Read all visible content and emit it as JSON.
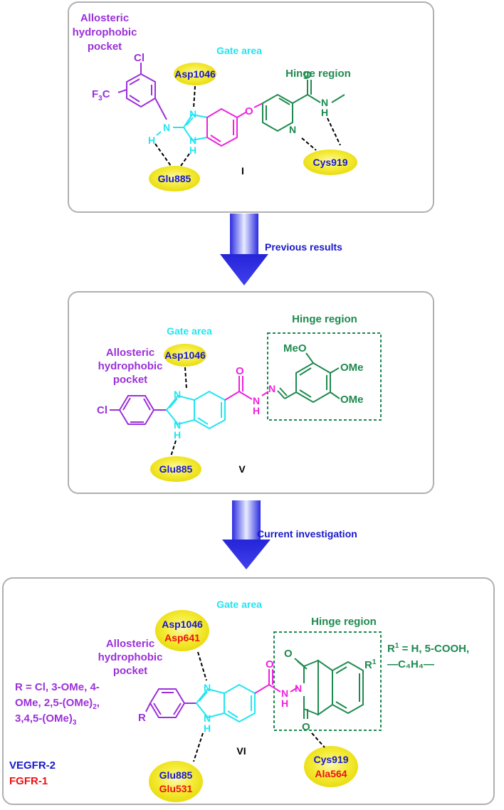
{
  "panel1": {
    "allosteric": [
      "Allosteric",
      "hydrophobic",
      "pocket"
    ],
    "gate": "Gate area",
    "hinge": "Hinge region",
    "res_asp": "Asp1046",
    "res_glu": "Glu885",
    "res_cys": "Cys919",
    "compound": "I",
    "atoms": {
      "cl": "Cl",
      "f3c": "F",
      "f3c_sub": "3",
      "f3c_c": "C",
      "n": "N",
      "h": "H",
      "o": "O"
    }
  },
  "arrow1_label": "Previous results",
  "panel2": {
    "gate": "Gate area",
    "allosteric": [
      "Allosteric",
      "hydrophobic",
      "pocket"
    ],
    "hinge": "Hinge region",
    "res_asp": "Asp1046",
    "res_glu": "Glu885",
    "compound": "V",
    "atoms": {
      "cl": "Cl",
      "n": "N",
      "h": "H",
      "o": "O",
      "meo": "MeO",
      "ome1": "OMe",
      "ome2": "OMe"
    }
  },
  "arrow2_label": "Current investigation",
  "panel3": {
    "gate": "Gate area",
    "hinge": "Hinge region",
    "allosteric": [
      "Allosteric",
      "hydrophobic",
      "pocket"
    ],
    "res_asp_vegfr": "Asp1046",
    "res_asp_fgfr": "Asp641",
    "res_glu_vegfr": "Glu885",
    "res_glu_fgfr": "Glu531",
    "res_cys_vegfr": "Cys919",
    "res_ala_fgfr": "Ala564",
    "compound": "VI",
    "r_def": [
      "R = Cl, 3-OMe, 4-",
      "OMe, 2,5-(OMe)",
      "3,4,5-(OMe)"
    ],
    "r_sub": "2",
    "r_sub2": "3",
    "r_comma": ",",
    "r1_line1_a": "R",
    "r1_sup": "1",
    "r1_line1_b": " = H, 5-COOH,",
    "r1_line2": "—C₄H₄—",
    "legend_vegfr": "VEGFR-2",
    "legend_fgfr": "FGFR-1",
    "atoms": {
      "r": "R",
      "n": "N",
      "h": "H",
      "o": "O",
      "r1": "R",
      "r1sup": "1"
    }
  },
  "colors": {
    "purple": "#9b30d9",
    "cyan": "#22e5f0",
    "green": "#1e8a4f",
    "magenta": "#ee22dd",
    "blue": "#1818cc",
    "red": "#ee1111",
    "yellow": "#f5ec3a"
  }
}
